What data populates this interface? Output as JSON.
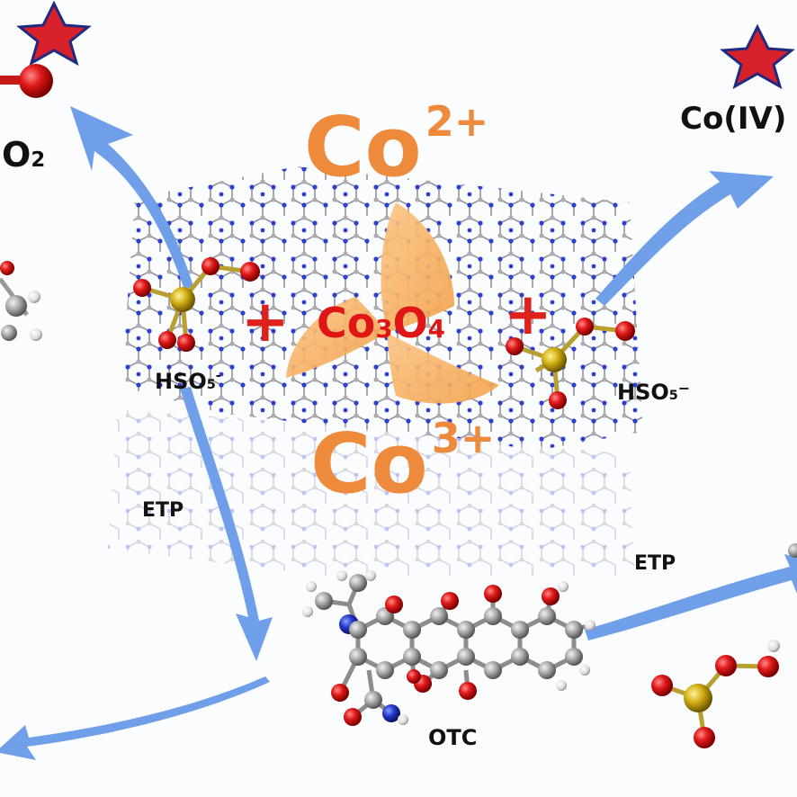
{
  "labels": {
    "top_left_o2": "O",
    "top_left_o2_sub": "2",
    "co_iv": "Co(IV)",
    "co2_base": "Co",
    "co2_charge": "2+",
    "co3_base": "Co",
    "co3_charge": "3+",
    "co3o4_a": "Co",
    "co3o4_sub1": "3",
    "co3o4_b": "O",
    "co3o4_sub2": "4",
    "plus_left": "+",
    "plus_right": "+",
    "hso5_left_base": "HSO",
    "hso5_left_sub": "5",
    "hso5_left_charge": "-",
    "hso5_right_base": "HSO",
    "hso5_right_sub": "5",
    "hso5_right_charge": "−",
    "etp_left": "ETP",
    "etp_right": "ETP",
    "otc": "OTC"
  },
  "colors": {
    "arrow": "#6f9fe8",
    "cobalt_text": "#ee8a3c",
    "co3o4_text": "#e01616",
    "star": "#d8202a",
    "nitrogen": "#2236c8",
    "carbon": "#a9a9a9",
    "oxygen": "#e21a1a",
    "sulfur": "#d7b217"
  },
  "icons": [
    "red-star-icon",
    "three-blade-propeller-icon"
  ]
}
